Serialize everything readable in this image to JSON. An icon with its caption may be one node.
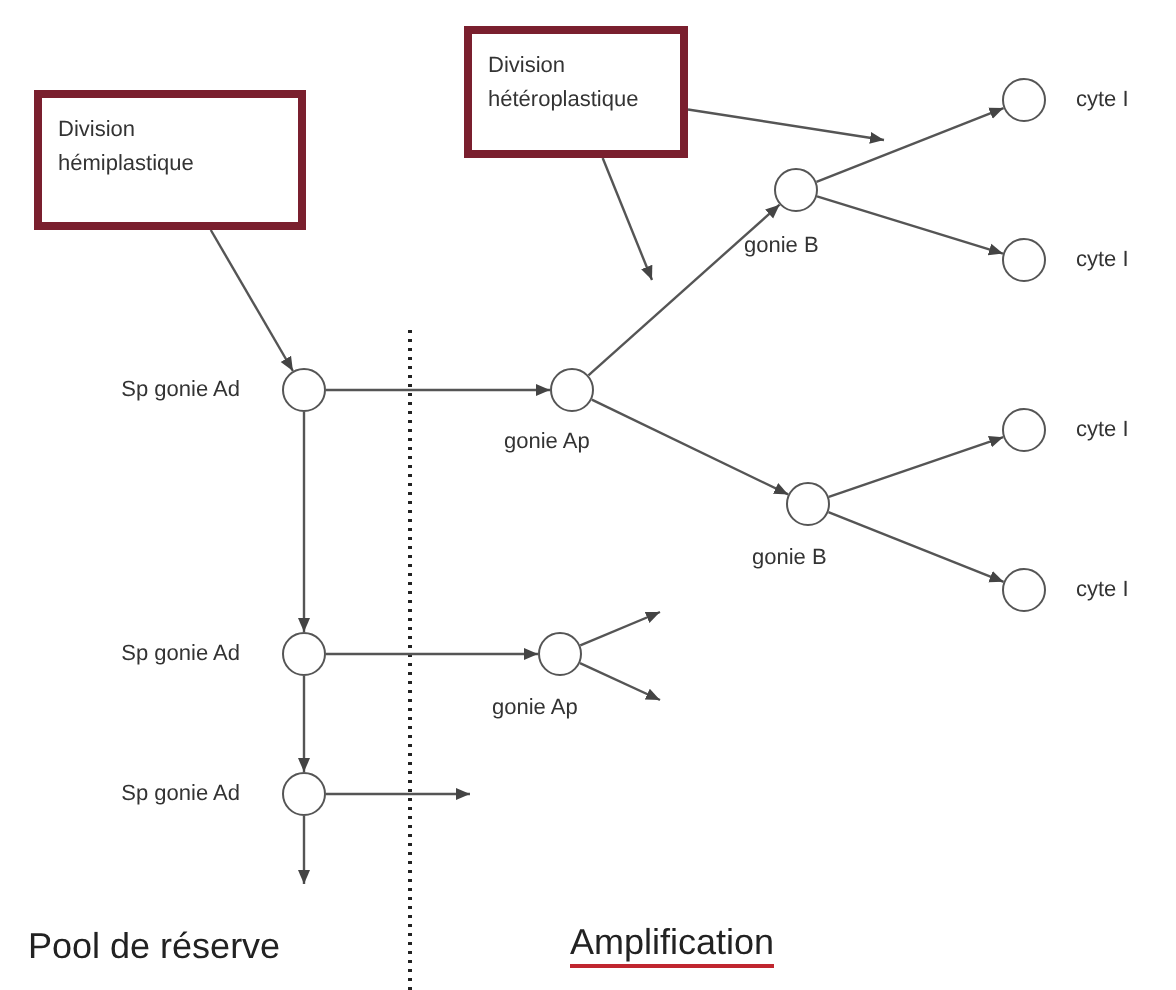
{
  "diagram": {
    "nodes": [
      {
        "text": [
          "Division hémiplastique"
        ]
      },
      {
        "text": [
          "Division hétéroplastique"
        ]
      },
      {
        "text": [],
        "shape": "circle",
        "beside": [
          "Sp gonie Ad"
        ]
      },
      {
        "text": [],
        "shape": "circle",
        "beside": [
          "gonie Ap"
        ]
      },
      {
        "text": [],
        "shape": "circle",
        "beside": [
          "gonie B"
        ]
      },
      {
        "text": [],
        "shape": "circle",
        "beside": [
          "cyte I"
        ]
      },
      {
        "text": [],
        "shape": "circle",
        "beside": [
          "cyte I"
        ]
      },
      {
        "text": [],
        "shape": "circle",
        "beside": [
          "gonie B"
        ]
      },
      {
        "text": [],
        "shape": "circle",
        "beside": [
          "cyte I"
        ]
      },
      {
        "text": [],
        "shape": "circle",
        "beside": [
          "cyte I"
        ]
      },
      {
        "text": [],
        "shape": "circle",
        "beside": [
          "Sp gonie Ad"
        ]
      },
      {
        "text": [],
        "shape": "circle",
        "beside": [
          "gonie Ap"
        ]
      },
      {
        "text": [],
        "shape": "circle",
        "beside": [
          "Sp gonie Ad"
        ]
      }
    ],
    "edges": [
      {
        "from": 0,
        "to": 2,
        "arrow": "to"
      },
      {
        "from": 1,
        "to": null,
        "arrow": "to"
      },
      {
        "from": 1,
        "to": null,
        "arrow": "to"
      },
      {
        "from": 2,
        "to": 3,
        "arrow": "to"
      },
      {
        "from": 3,
        "to": 4,
        "arrow": "to"
      },
      {
        "from": 3,
        "to": 7,
        "arrow": "to"
      },
      {
        "from": 4,
        "to": 5,
        "arrow": "to"
      },
      {
        "from": 4,
        "to": 6,
        "arrow": "to"
      },
      {
        "from": 7,
        "to": 8,
        "arrow": "to"
      },
      {
        "from": 7,
        "to": 9,
        "arrow": "to"
      },
      {
        "from": 2,
        "to": 10,
        "arrow": "to"
      },
      {
        "from": 10,
        "to": 11,
        "arrow": "to"
      },
      {
        "from": 11,
        "to": null,
        "arrow": "to"
      },
      {
        "from": 11,
        "to": null,
        "arrow": "to"
      },
      {
        "from": 10,
        "to": 12,
        "arrow": "to"
      },
      {
        "from": 12,
        "to": null,
        "arrow": "to"
      },
      {
        "from": 12,
        "to": null,
        "arrow": "to"
      }
    ],
    "labels": [
      "Pool de réserve",
      "Amplification"
    ]
  }
}
